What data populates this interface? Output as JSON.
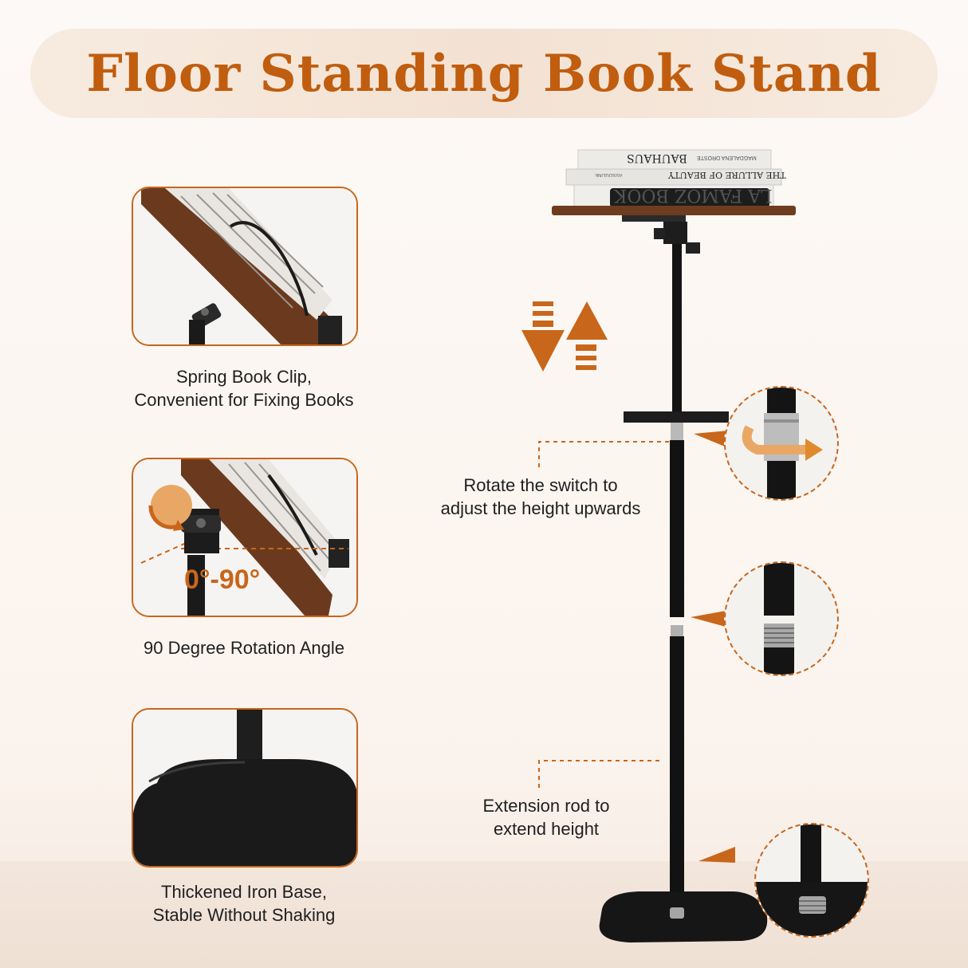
{
  "title": "Floor Standing Book Stand",
  "colors": {
    "accent": "#c05d0e",
    "wood": "#6b3a1e",
    "metal": "#1a1a1a"
  },
  "features": [
    {
      "caption_line1": "Spring Book Clip,",
      "caption_line2": "Convenient for Fixing Books"
    },
    {
      "caption_line1": "90 Degree Rotation Angle",
      "angle_label": "0°-90°"
    },
    {
      "caption_line1": "Thickened Iron Base,",
      "caption_line2": "Stable Without Shaking"
    }
  ],
  "callouts": {
    "rotate": {
      "line1": "Rotate the switch to",
      "line2": "adjust the height upwards"
    },
    "extension": {
      "line1": "Extension rod to",
      "line2": "extend height"
    }
  },
  "books": {
    "top_title": "BAUHAUS",
    "top_author": "MAGDALENA DROSTE",
    "middle_title": "THE ALLURE OF BEAUTY",
    "middle_publisher": "ASSOULINE",
    "bottom_title": "LA FAMOZ BOOK"
  },
  "icons": [
    "up-down-arrows-icon",
    "rotate-arrow-icon"
  ]
}
